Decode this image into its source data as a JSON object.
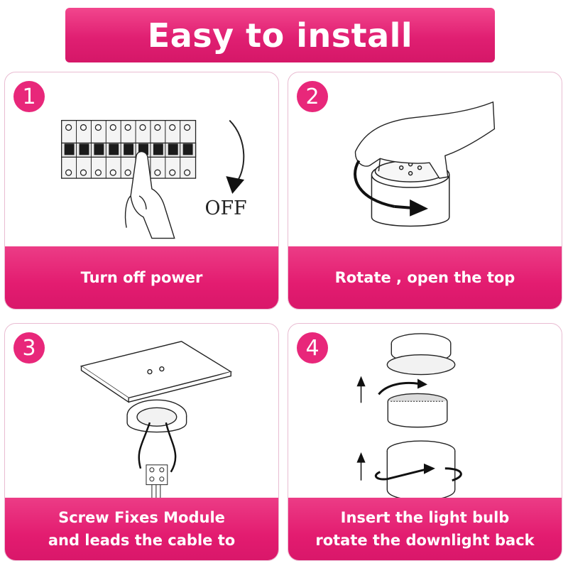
{
  "header": {
    "title": "Easy to install"
  },
  "steps": [
    {
      "number": "1",
      "lines": [
        "Turn off power"
      ],
      "diagram_text": "OFF"
    },
    {
      "number": "2",
      "lines": [
        "Rotate , open the top"
      ]
    },
    {
      "number": "3",
      "lines": [
        "Screw Fixes Module",
        "and leads the cable to"
      ]
    },
    {
      "number": "4",
      "lines": [
        "Insert the light bulb",
        "rotate the downlight back"
      ]
    }
  ],
  "colors": {
    "accent": "#e31c70",
    "badge": "#e8277a",
    "card_border": "#e9bcd2"
  },
  "icons": [
    "circuit-breaker-icon",
    "hand-icon",
    "arrow-down-icon",
    "downlight-housing-icon",
    "rotate-arrow-icon",
    "ceiling-panel-icon",
    "cable-icon",
    "light-bulb-module-icon",
    "arrow-up-icon"
  ]
}
